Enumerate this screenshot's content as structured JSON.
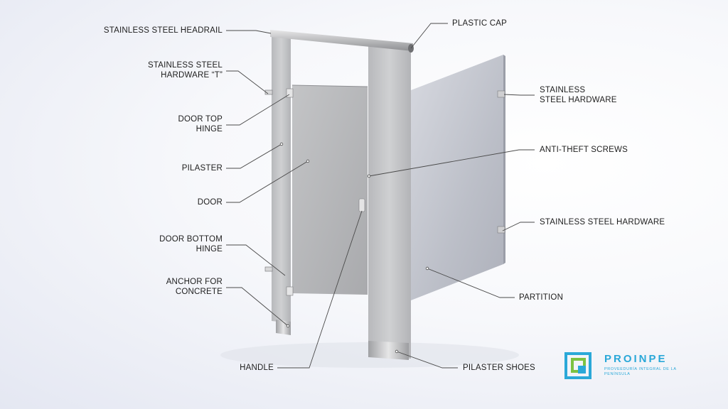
{
  "labels": {
    "headrail": "STAINLESS STEEL HEADRAIL",
    "hardware_t": [
      "STAINLESS STEEL",
      "HARDWARE “T”"
    ],
    "door_top_hinge": [
      "DOOR TOP",
      "HINGE"
    ],
    "pilaster": "PILASTER",
    "door": "DOOR",
    "door_bottom_hinge": [
      "DOOR BOTTOM",
      "HINGE"
    ],
    "anchor": [
      "ANCHOR FOR",
      "CONCRETE"
    ],
    "handle": "HANDLE",
    "plastic_cap": "PLASTIC CAP",
    "ss_hardware_top": [
      "STAINLESS",
      "STEEL HARDWARE"
    ],
    "anti_theft": "ANTI-THEFT SCREWS",
    "ss_hardware_bottom": "STAINLESS STEEL HARDWARE",
    "partition": "PARTITION",
    "pilaster_shoes": "PILASTER SHOES"
  },
  "logo": {
    "name": "PROINPE",
    "tagline": "PROVEEDURÍA INTEGRAL DE LA PENÍNSULA"
  },
  "colors": {
    "steel_light": "#c9c9cb",
    "steel_dark": "#a9aaad",
    "partition": "#b9bcc6",
    "brand": "#2aa8d8",
    "brand_green": "#7cc242"
  }
}
